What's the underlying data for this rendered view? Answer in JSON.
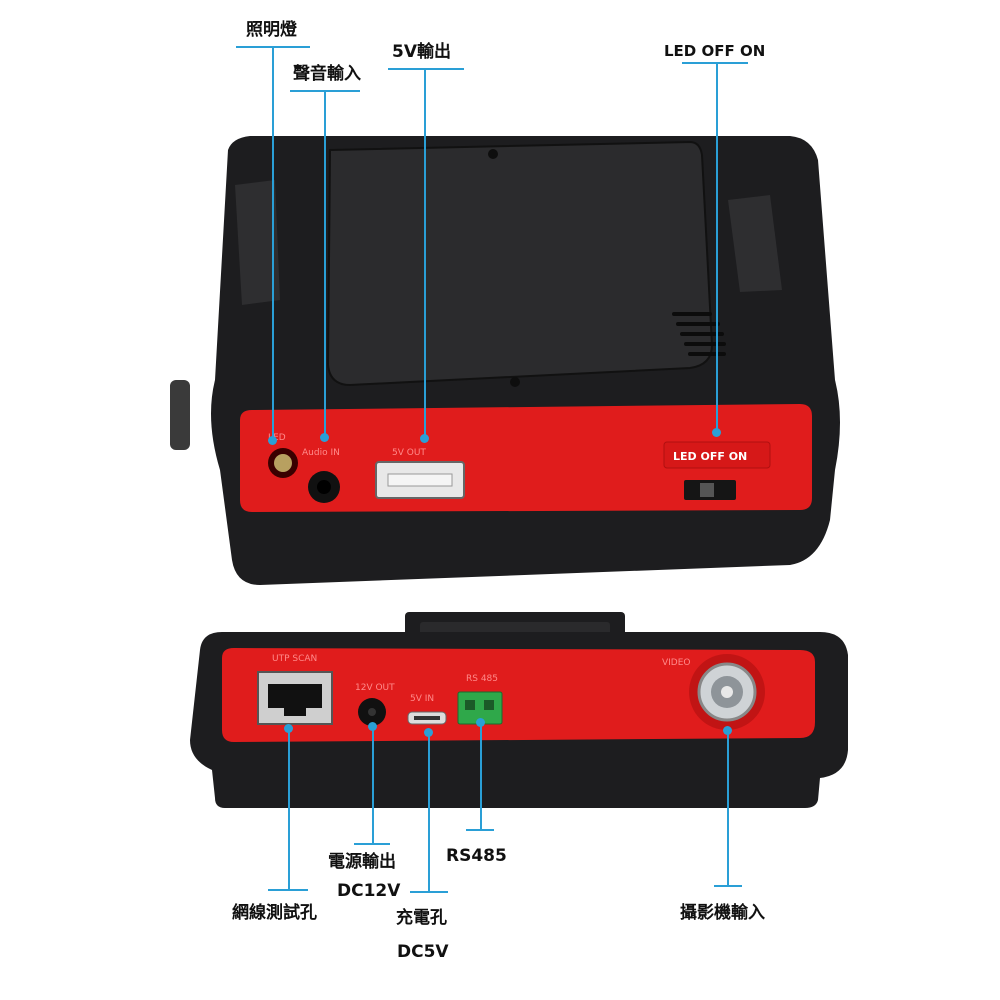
{
  "colors": {
    "body": "#1d1d1f",
    "panel": "#e01c1c",
    "leader": "#2a9fd6",
    "label": "#111111"
  },
  "top_view": {
    "panel_marks": {
      "led": "LED",
      "audio_in": "Audio IN",
      "usb_5v_out": "5V  OUT",
      "led_switch": "LED  OFF  ON"
    },
    "callouts": {
      "led_light": "照明燈",
      "audio_in": "聲音輸入",
      "usb_5v_out": "5V輸出",
      "led_switch": "LED OFF ON"
    }
  },
  "bottom_view": {
    "panel_marks": {
      "utp_scan": "UTP  SCAN",
      "dc12v_out": "12V  OUT",
      "dc5v_in": "5V  IN",
      "rs485": "RS  485",
      "video": "VIDEO"
    },
    "callouts": {
      "network_test": "網線測試孔",
      "power_out": "電源輸出",
      "power_out_sub": "DC12V",
      "charge_port": "充電孔",
      "charge_port_sub": "DC5V",
      "rs485": "RS485",
      "camera_in": "攝影機輸入"
    }
  }
}
